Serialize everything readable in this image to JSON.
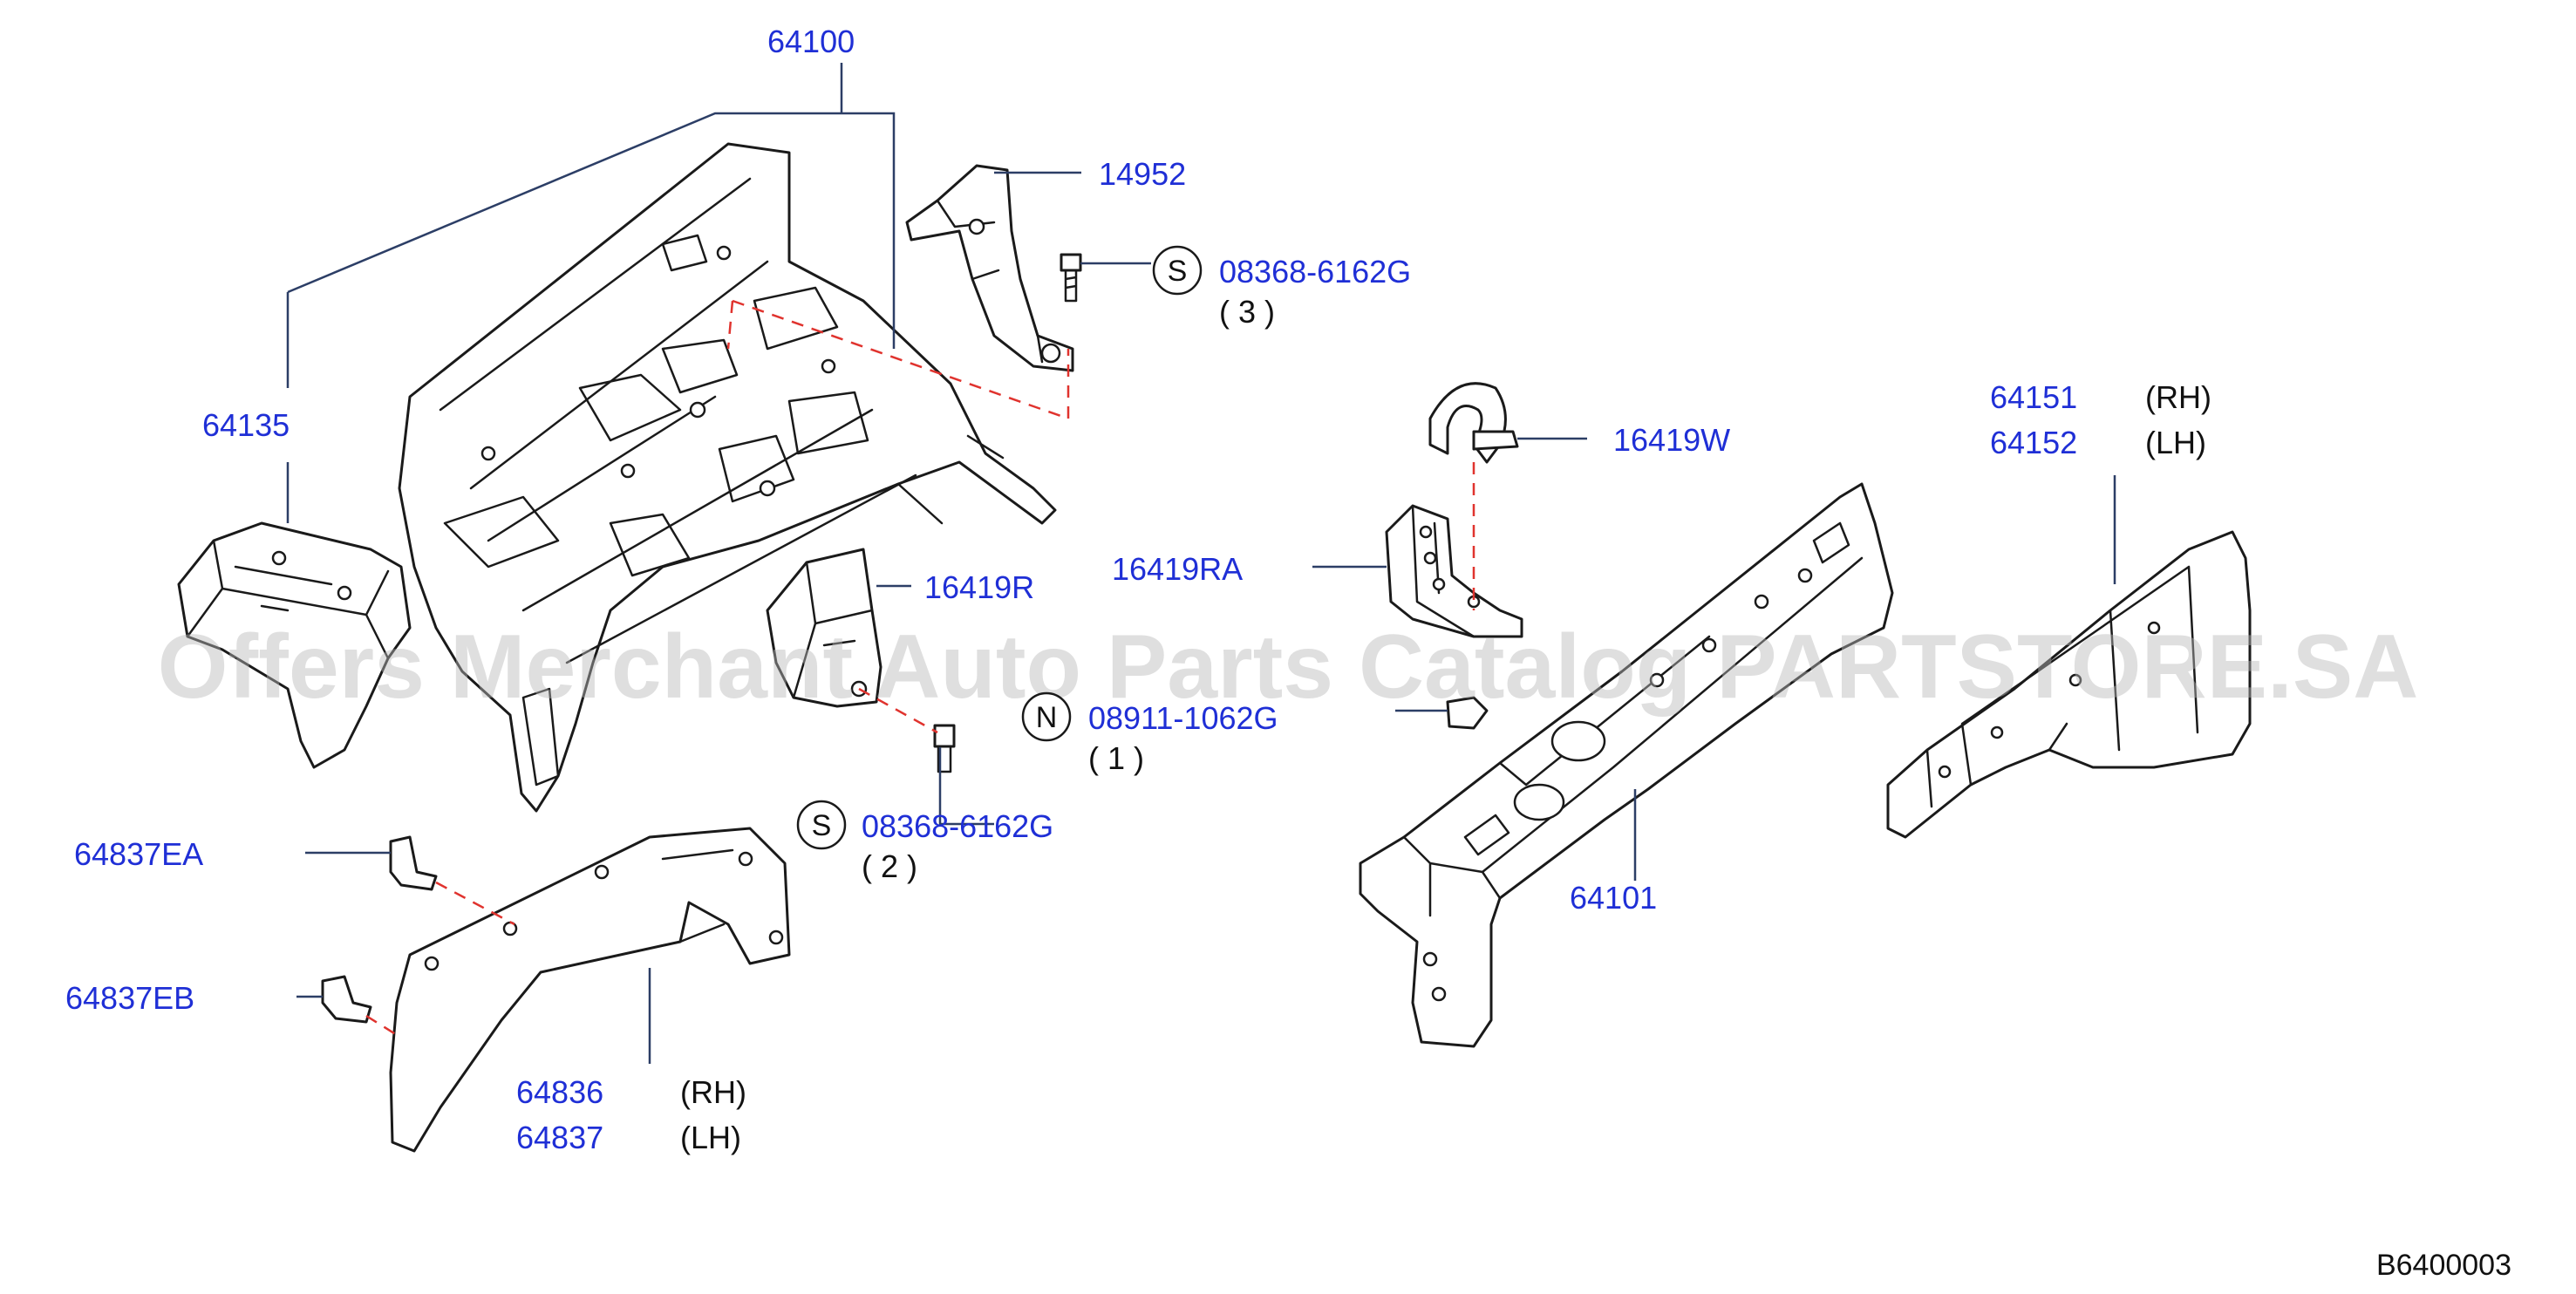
{
  "callouts": {
    "p64100": "64100",
    "p14952": "14952",
    "p64135": "64135",
    "p16419W": "16419W",
    "p64151": "64151",
    "p64152": "64152",
    "rh": "(RH)",
    "lh": "(LH)",
    "p16419R": "16419R",
    "p16419RA": "16419RA",
    "p64837EA": "64837EA",
    "p64837EB": "64837EB",
    "p64836": "64836",
    "p64837": "64837",
    "p64101": "64101"
  },
  "fasteners": [
    {
      "symbol": "S",
      "part": "08368-6162G",
      "qty": "( 3 )"
    },
    {
      "symbol": "N",
      "part": "08911-1062G",
      "qty": "( 1 )"
    },
    {
      "symbol": "S",
      "part": "08368-6162G",
      "qty": "( 2 )"
    }
  ],
  "watermark": "Offers Merchant Auto Parts Catalog PARTSTORE.SA",
  "diagram_ref": "B6400003"
}
